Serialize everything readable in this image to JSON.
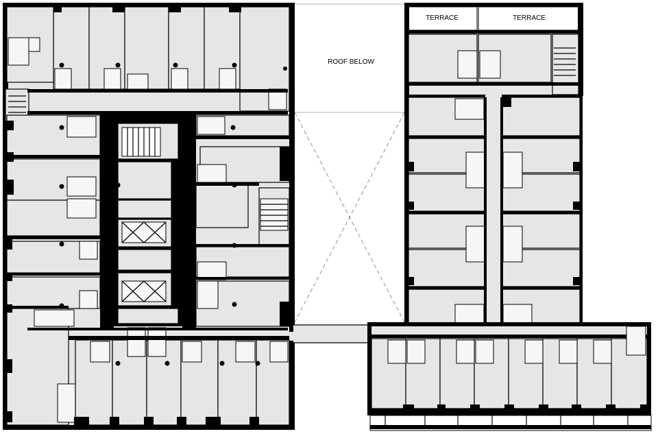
{
  "labels": {
    "roof_below": "ROOF BELOW",
    "terrace_1": "TERRACE",
    "terrace_2": "TERRACE"
  }
}
